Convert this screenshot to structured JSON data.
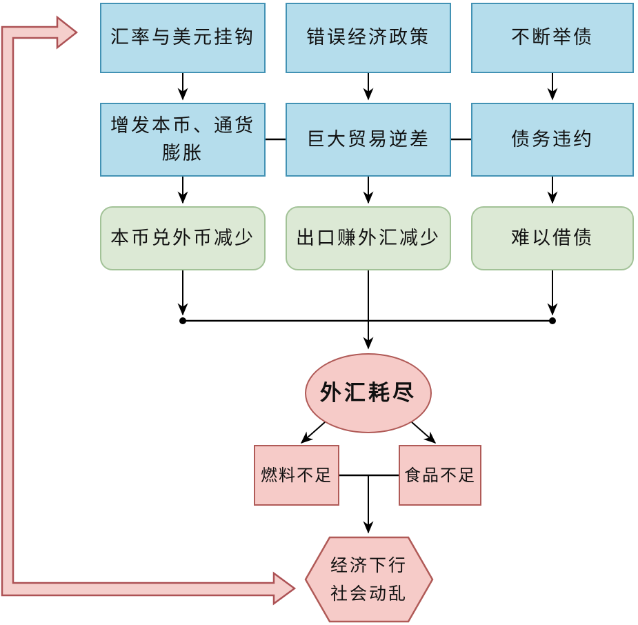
{
  "diagram": {
    "nodes": {
      "peg_to_usd": "汇率与美元挂钩",
      "wrong_policy": "错误经济政策",
      "constant_borrowing": "不断举债",
      "money_printing_inflation": "增发本币、通货膨胀",
      "trade_deficit": "巨大贸易逆差",
      "debt_default": "债务违约",
      "currency_conversion_drop": "本币兑外币减少",
      "export_forex_drop": "出口赚外汇减少",
      "hard_to_borrow": "难以借债",
      "forex_depleted": "外汇耗尽",
      "fuel_shortage": "燃料不足",
      "food_shortage": "食品不足",
      "downturn_line1": "经济下行",
      "downturn_line2": "社会动乱"
    },
    "colors": {
      "blue_fill": "#b5ddec",
      "blue_border": "#4292b4",
      "green_fill": "#dce9d5",
      "green_border": "#a2c297",
      "pink_fill": "#f6cbc8",
      "pink_border": "#b05a57",
      "feedback_arrow_fill": "#f5cfcc",
      "feedback_arrow_border": "#ad5255",
      "connector": "#000000"
    }
  }
}
